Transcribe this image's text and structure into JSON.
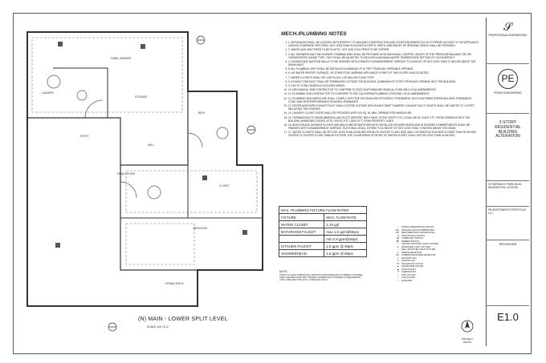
{
  "plan": {
    "title": "(N) MAIN - LOWER SPLIT LEVEL",
    "scale": "SCALE 1/4\"=1'-0\"",
    "room_labels": [
      "TOWEL WARMER",
      "LAUNDRY",
      "STORAGE",
      "ENTRY",
      "BATH",
      "HALL",
      "CLOSET",
      "FAMILY ROOM",
      "BEDROOM",
      "CRAWL SPACE"
    ]
  },
  "notes": {
    "title": "MECH./PLUMBING NOTES",
    "items": [
      "1. APPLIANCES SHALL BE LOCATED WITH RESPECT TO BUILDING CONSTRUCTION AND OTHER EQUIPMENT SO AS TO PERMIT ACCESS TO THE APPLIANCE. UNLESS OTHERWISE SPECIFIED, NOT LESS THAN 30 INCHES IN DEPTH, WIDTH, AND HEIGHT OF WORKING SPACE SHALL BE PROVIDED.",
      "2. WASTE AND VENT PIPES TO BE PLASTIC. HOT AND COLD PIPES TO BE COPPER.",
      "3. ALL SHOWERS AND TUB-SHOWER COMBINATIONS SHALL BE PROVIDED WITH INDIVIDUAL CONTROL VALVES OF THE PRESSURE BALANCE OR THE THERMOSTATIC MIXING TYPE. THEY SHALL BE ADJUSTED TO DELIVER A MAXIMUM WATER TEMPERATURE SETTING OF 120 DEGREES F.",
      "4. SHOWER AND BATHTUB WALLS TO BE FINISHED WITH A SMOOTH NONABSORBENT SURFACE TO A HEIGHT OF NOT LESS THAN 72 INCHES ABOVE THE DRAIN INLET.",
      "5. ALL PLUMBING VENT SHALL BE INSTALLED A MINIMUM OF 10 FEET FROM ANY OPERABLE OPENING.",
      "6. NO WATER HEATER, FURNACE, OR OTHER FUEL-BURNING APPLIANCE IS PART OF THIS SCOPE UNLESS NOTED.",
      "7. WATER CLOSETS SHALL BE LOW FLUSH, 1.28 GALLON FLUSH TYPE.",
      "8. EXHAUST FAN DUCT SHALL BE TERMINATED OUTSIDE THE BUILDING. A MINIMUM OF 3 FEET FROM ANY OPENING INTO THE BUILDING.",
      "9. DUCTS TO BE HIDDEN IN OCCUPIED AREAS.",
      "10. MECHANICAL SUB-CONTRACTOR TO CONFORM TO 2022 CALIFORNIA MECHANICAL CODE AND LOCAL AMENDMENTS.",
      "11. PLUMBING SUB-CONTRACTOR TO CONFORM TO 2022 CALIFORNIA PLUMBING CODE AND LOCAL AMENDMENTS.",
      "12. PLUMBING AND WATER USE SHALL COMPLY WITH THE 2022 BUILDING EFFICIENCY STANDARDS, 2022 CALIFORNIA GREEN BUILDING STANDARDS CODE, AND HIGH-PERFORMANCE BUILDING ORDINANCE.",
      "13. DRYER MOISTURE EXHAUST DUCT SHALL EXTEND OUTSIDE WITH A BACK DRAFT DAMPER. EXHAUST DUCT LENGTH SHALL BE LIMITED TO 14 FEET INCLUDING TWO ELBOWS.",
      "14. LAUNDRY CLOSET DOOR SHALL BE PROVIDED WITH 100 SQ. IN. MIN. OPENING FOR MAKEUP AIR.",
      "15. TERMINATION OF ENVIRONMENTAL AIR DUCTS (DRYERS, BATH FANS, STOVE VENTS, ETC.) SHALL BE AT LEAST 3 FT. FROM OPENINGS INTO THE BUILDING (WINDOWS, DOORS, ATTIC VENTS, ETC.) AND 3 FT. FROM PROPERTY LINES.",
      "16. BATHTUB AND SHOWER FLOORS AND WALLS ABOVE BATHTUBS WITH INSTALLED SHOWER HEADS AND IN SHOWER COMPARTMENTS SHALL BE FINISHED WITH NONABSORBENT SURFACE. SUCH WALL SHALL EXTEND TO A HEIGHT OF NOT LESS THAN 72 INCHES ABOVE THE DRAIN.",
      "17. WATER CLOSETS SHALL BE SET NOT LESS THAN 15 INCHES FROM ITS CENTER TO ANY SIDE WALL OR OBSTRUCTION NOR CLOSER THAN 30 INCHES CENTER TO CENTER TO ANY SIMILAR FIXTURE. THE CLEAR SPACE IN FRONT OF WATER CLOSET SHALL NOT BE LESS THAN 24 INCHES."
    ]
  },
  "flow_table": {
    "headers": [
      "MAX. PLUMBING FIXTURE FLOW RATES",
      ""
    ],
    "rows": [
      [
        "FIXTURE",
        "MAX. FLOW RATE"
      ],
      [
        "WATER CLOSET",
        "1.28 gpf"
      ],
      [
        "BATHROOM FAUCET",
        "max 1.5 gpm@60psi"
      ],
      [
        "",
        "min 0.8 gpm@20psi"
      ],
      [
        "KITCHEN FAUCET",
        "1.8 gpm @ 60psi"
      ],
      [
        "SHOWERHEAD",
        "1.8 gpm @ 80psi"
      ]
    ],
    "note_title": "NOTE:",
    "note": "PRIOR TO FINAL INSPECTION, EXISTING NONCOMPLIANT PLUMBING FIXTURES SHALL BE REPLACED WITH WATER-CONSERVING FIXTURES AS REQUIRED BY CIVIL CODE SECTION 1101.1 THROUGH 1101.8."
  },
  "legend": {
    "rows": [
      [
        "—",
        "DUPLEX RECEPTACLE OUTLET"
      ],
      [
        "GFI",
        "GROUND FAULT INTERRUPTER"
      ],
      [
        "WP",
        "WEATHERPROOF RECEPTACLE"
      ],
      [
        "$",
        "SINGLE POLE SWITCH"
      ],
      [
        "$3",
        "THREE-WAY SWITCH"
      ],
      [
        "$D",
        "DIMMER SWITCH"
      ],
      [
        "○",
        "CEILING MOUNTED LIGHT FIXTURE"
      ],
      [
        "⊕",
        "RECESSED LIGHT FIXTURE"
      ],
      [
        "◐",
        "WALL MOUNTED LIGHT FIXTURE"
      ],
      [
        "◎",
        "SMOKE DETECTOR"
      ],
      [
        "CO",
        "CARBON MONOXIDE DETECTOR"
      ],
      [
        "▭",
        "EXHAUST FAN"
      ],
      [
        "⊖",
        "CEILING FAN"
      ],
      [
        "TV",
        "TELEVISION OUTLET"
      ],
      [
        "▲",
        "TELEPHONE OUTLET"
      ],
      [
        "◆",
        "DATA OUTLET"
      ],
      [
        "T",
        "THERMOSTAT"
      ],
      [
        "—",
        "220V OUTLET"
      ],
      [
        "—",
        "GAS OUTLET"
      ],
      [
        "—",
        "HOSE BIB"
      ]
    ]
  },
  "north_label": "PROJECT NORTH",
  "titleblock": {
    "firm_top": "PROFESSIONAL ENGINEERING",
    "firm_name": "PRADO ENGINEERING",
    "project_title": "2-STORY RESIDENTIAL BUILDING ALTERATION",
    "address": "372 BERKELEY PARK BLVD. KENSINGTON, CA 94708",
    "owner": "PB INVESTMENTS PORTFOLIO LLC",
    "revisions_title": "REVISIONS",
    "sheet_number": "E1.0"
  }
}
